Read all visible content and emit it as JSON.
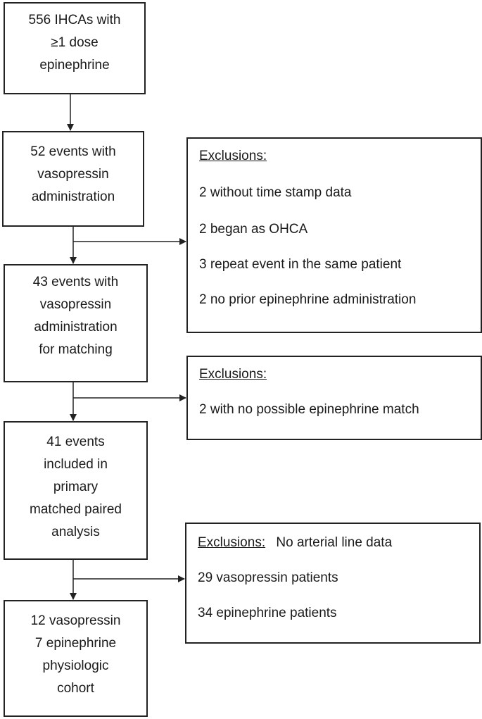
{
  "flow": {
    "box1": {
      "lines": [
        "556 IHCAs with",
        "≥1 dose",
        "epinephrine"
      ]
    },
    "box2": {
      "lines": [
        "52 events with",
        "vasopressin",
        "administration"
      ]
    },
    "box3": {
      "lines": [
        "43 events with",
        "vasopressin",
        "administration",
        "for matching"
      ]
    },
    "box4": {
      "lines": [
        "41 events",
        "included in",
        "primary",
        "matched paired",
        "analysis"
      ]
    },
    "box5": {
      "lines": [
        "12 vasopressin",
        "7 epinephrine",
        "physiologic",
        "cohort"
      ]
    }
  },
  "exclusions": {
    "ex1": {
      "header": "Exclusions:",
      "items": [
        "2 without time stamp data",
        "2 began as OHCA",
        "3 repeat event in the same patient",
        "2 no prior epinephrine administration"
      ]
    },
    "ex2": {
      "header": "Exclusions:",
      "items": [
        "2 with no possible epinephrine match"
      ]
    },
    "ex3": {
      "header": "Exclusions:",
      "header_suffix": "No arterial line data",
      "items": [
        "29 vasopressin patients",
        "34 epinephrine patients"
      ]
    }
  }
}
